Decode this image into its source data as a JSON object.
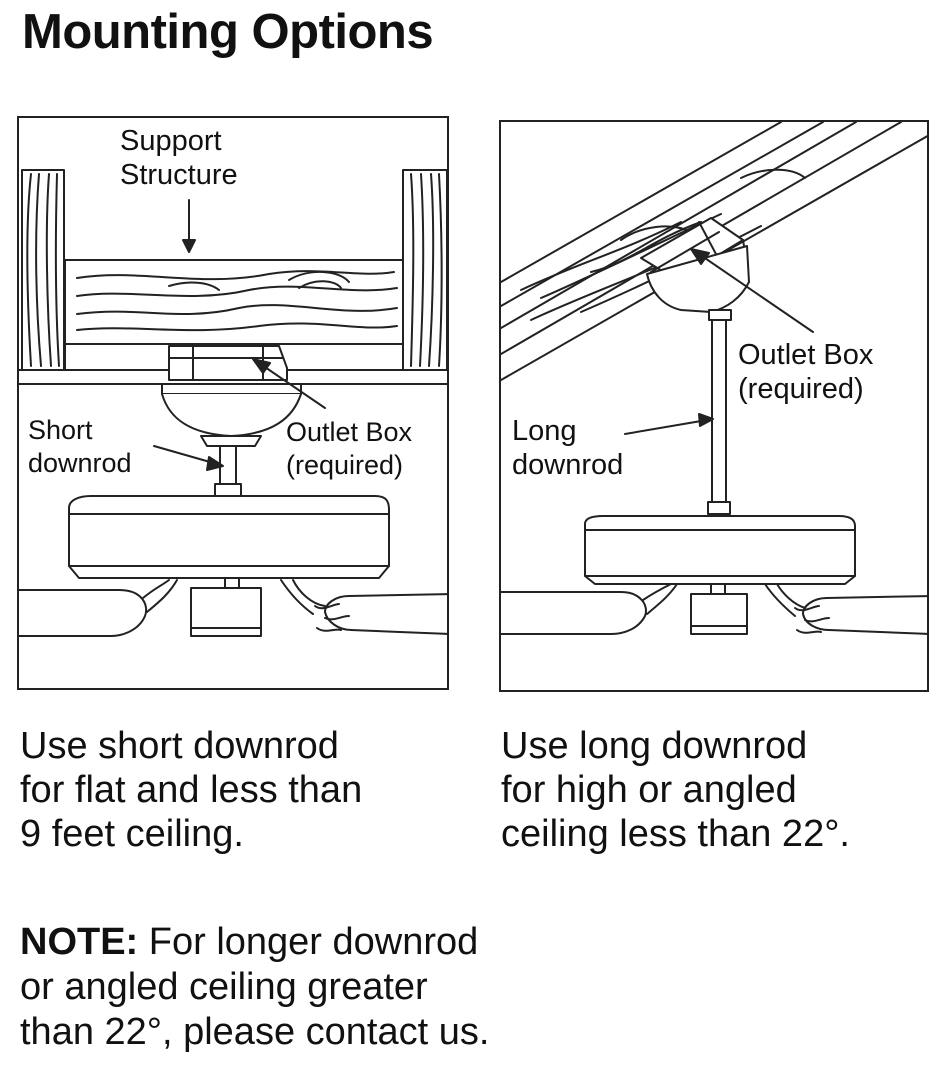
{
  "title": "Mounting Options",
  "left_panel": {
    "support_label": "Support\nStructure",
    "short_downrod_label": "Short\ndownrod",
    "outlet_box_label": "Outlet Box\n(required)",
    "caption": "Use short downrod\nfor flat and less than\n9 feet ceiling."
  },
  "right_panel": {
    "long_downrod_label": "Long\ndownrod",
    "outlet_box_label": "Outlet Box\n(required)",
    "caption": "Use long downrod\nfor high or angled\nceiling less than 22°."
  },
  "note": {
    "prefix": "NOTE:",
    "text": " For longer downrod\nor angled ceiling greater\nthan 22°, please contact us."
  }
}
